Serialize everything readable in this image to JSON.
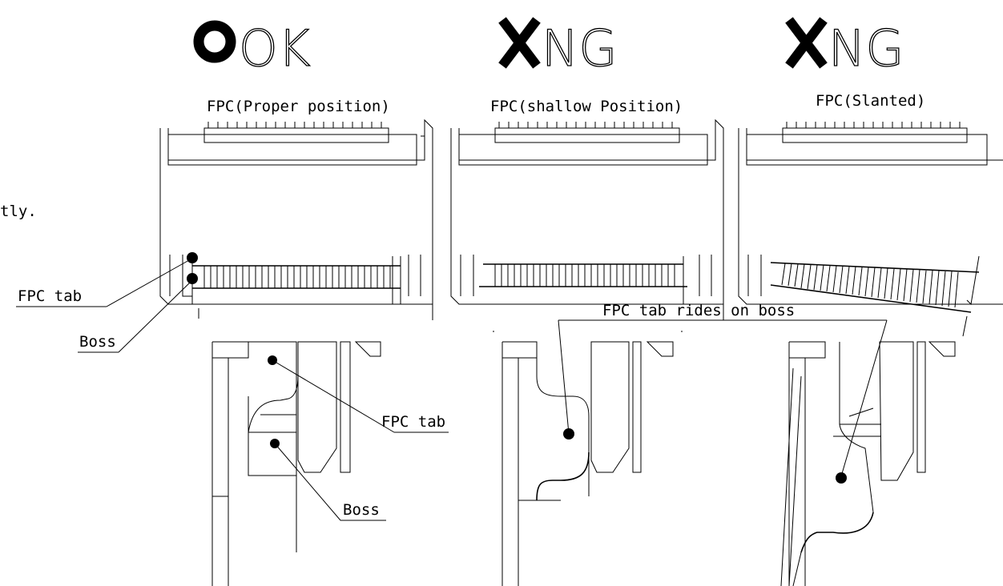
{
  "colors": {
    "ink": "#000000",
    "background": "#ffffff"
  },
  "panels": [
    {
      "verdict_icon": "circle-icon",
      "verdict": "OK",
      "title": "FPC(Proper position)"
    },
    {
      "verdict_icon": "cross-icon",
      "verdict": "NG",
      "title": "FPC(shallow Position)"
    },
    {
      "verdict_icon": "cross-icon",
      "verdict": "NG",
      "title": "FPC(Slanted)"
    }
  ],
  "left_note": "tly.",
  "callouts": {
    "fpc_tab": "FPC tab",
    "boss": "Boss",
    "detail_fpc_tab": "FPC tab",
    "detail_boss": "Boss",
    "rides_on_boss": "FPC tab rides on boss"
  }
}
